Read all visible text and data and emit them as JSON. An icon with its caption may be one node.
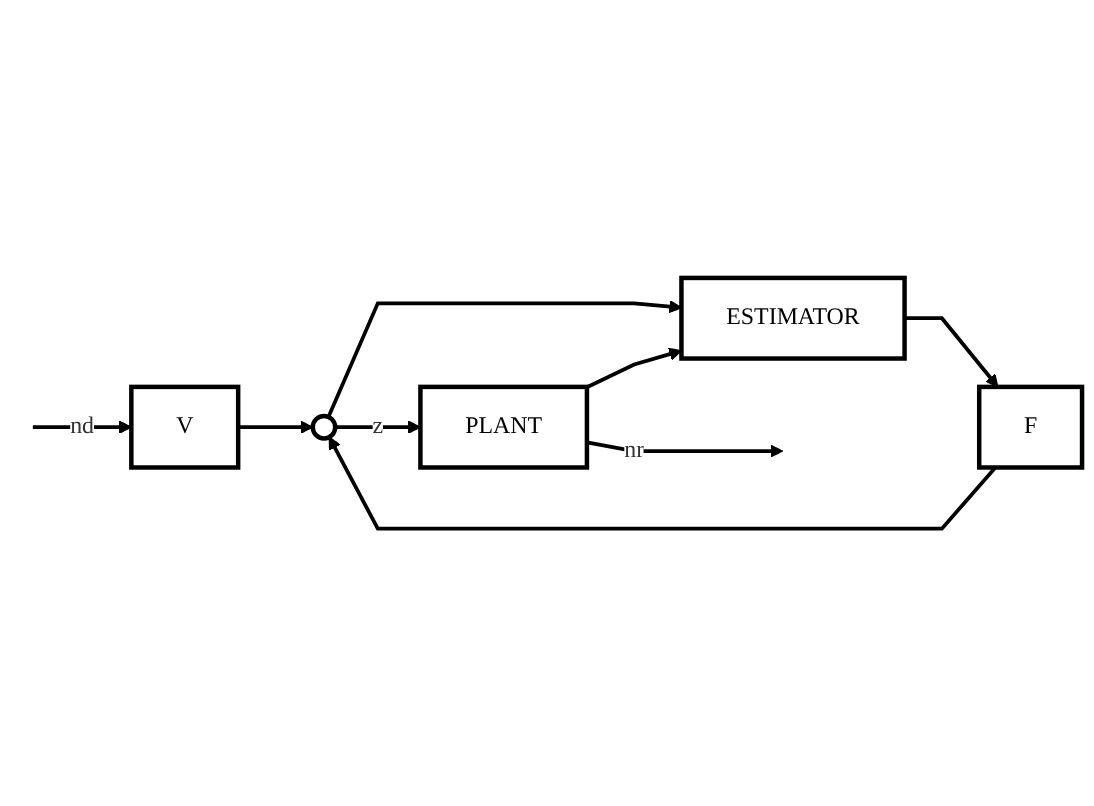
{
  "diagram": {
    "nodes": [
      {
        "text": [
          "V"
        ]
      },
      {
        "text": [],
        "shape": "circle"
      },
      {
        "text": [
          "PLANT"
        ]
      },
      {
        "text": [
          "ESTIMATOR"
        ]
      },
      {
        "text": [
          "F"
        ]
      }
    ],
    "edges": [
      {
        "from": null,
        "to": 0,
        "arrow": "to",
        "label": "nd"
      },
      {
        "from": 0,
        "to": 1,
        "arrow": "to"
      },
      {
        "from": 1,
        "to": 2,
        "arrow": "to",
        "label": "z"
      },
      {
        "from": 2,
        "to": null,
        "arrow": "to",
        "label": "nr"
      },
      {
        "from": 1,
        "to": 3,
        "arrow": "to"
      },
      {
        "from": 2,
        "to": 3,
        "arrow": "to"
      },
      {
        "from": 3,
        "to": 4,
        "arrow": "to"
      },
      {
        "from": 4,
        "to": 1,
        "arrow": "to"
      }
    ]
  }
}
